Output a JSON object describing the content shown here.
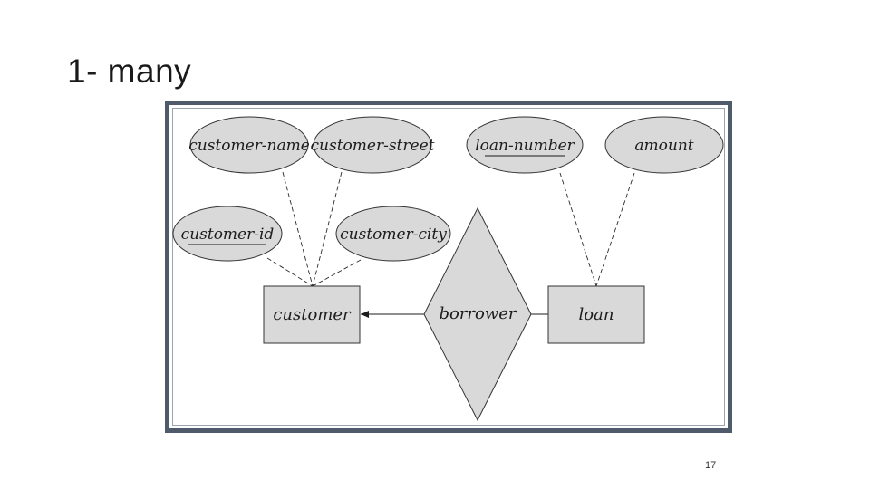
{
  "slide": {
    "title": "1- many",
    "page_number": "17"
  },
  "diagram": {
    "entities": {
      "customer": "customer",
      "loan": "loan"
    },
    "relationship": "borrower",
    "attributes": {
      "customer_name": "customer-name",
      "customer_street": "customer-street",
      "customer_id": "customer-id",
      "customer_city": "customer-city",
      "loan_number": "loan-number",
      "amount": "amount"
    }
  },
  "colors": {
    "shape_fill": "#d9d9d9",
    "frame_border": "#4f5a6a",
    "ink": "#1c1c1c"
  }
}
